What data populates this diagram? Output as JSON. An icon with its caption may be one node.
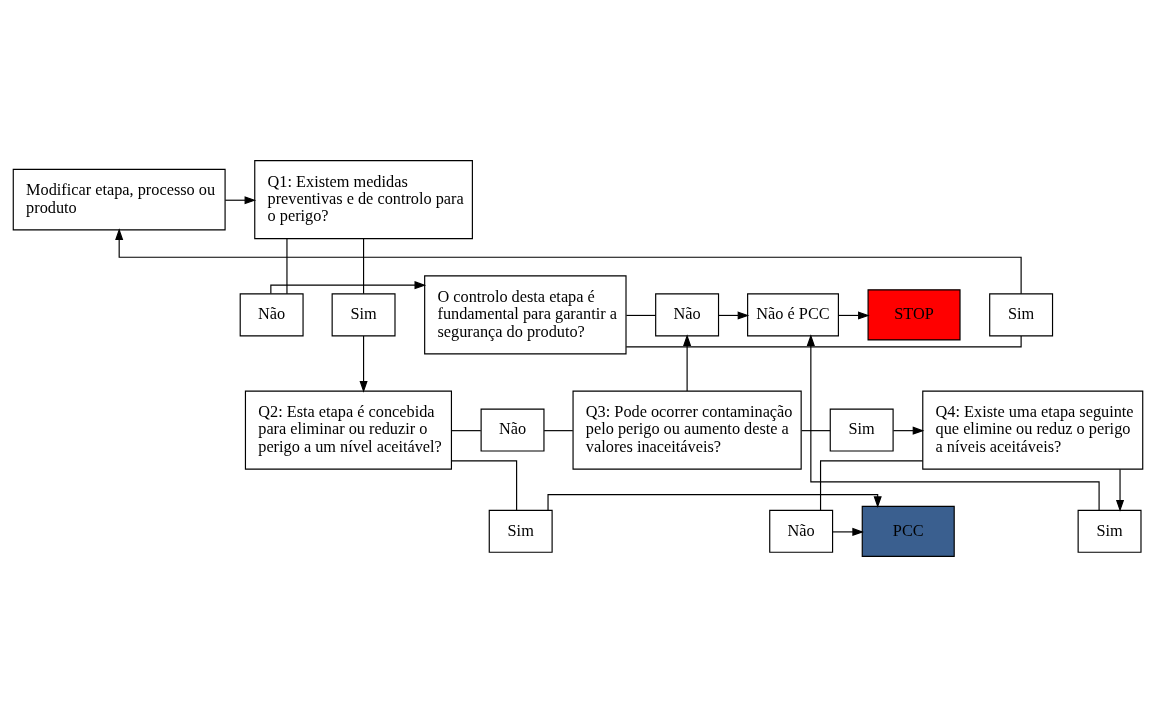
{
  "diagram": {
    "nodes": [
      {
        "text": [
          "Q1: Existem medidas preventivas e de controlo para o perigo?"
        ]
      },
      {
        "text": [
          "Modificar etapa, processo ou produto"
        ]
      },
      {
        "text": [
          "Sim"
        ]
      },
      {
        "text": [
          "Sim"
        ]
      },
      {
        "text": [
          "Não"
        ]
      },
      {
        "text": [
          "O controlo desta etapa é fundamental para garantir a segurança do produto?"
        ]
      },
      {
        "text": [
          "Não"
        ]
      },
      {
        "text": [
          "Não é PCC"
        ]
      },
      {
        "text": [
          "STOP"
        ]
      },
      {
        "text": [
          "Sim"
        ]
      },
      {
        "text": [
          "Q2: Esta etapa é concebida para eliminar ou reduzir o perigo a um nível aceitável?"
        ]
      },
      {
        "text": [
          "Não"
        ]
      },
      {
        "text": [
          "Q3: Pode ocorrer contaminação pelo perigo ou aumento deste a valores inaceitáveis?"
        ]
      },
      {
        "text": [
          "Sim"
        ]
      },
      {
        "text": [
          "Q4: Existe uma etapa seguinte que elimine ou reduz o perigo a níveis aceitáveis?"
        ]
      },
      {
        "text": [
          "Não"
        ]
      },
      {
        "text": [
          "Sim"
        ]
      },
      {
        "text": [
          "PCC"
        ]
      }
    ],
    "edges": [
      {
        "from": 0,
        "to": 3,
        "arrow": "none"
      },
      {
        "from": 3,
        "to": 10,
        "arrow": "to"
      },
      {
        "from": 0,
        "to": 4,
        "arrow": "none"
      },
      {
        "from": 4,
        "to": 5,
        "arrow": "to"
      },
      {
        "from": 5,
        "to": 2,
        "arrow": "none"
      },
      {
        "from": 2,
        "to": 1,
        "arrow": "to"
      },
      {
        "from": 1,
        "to": 0,
        "arrow": "to"
      },
      {
        "from": 5,
        "to": 6,
        "arrow": "none"
      },
      {
        "from": 6,
        "to": 7,
        "arrow": "to"
      },
      {
        "from": 7,
        "to": 8,
        "arrow": "to"
      },
      {
        "from": 12,
        "to": 6,
        "arrow": "to"
      },
      {
        "from": 14,
        "to": 9,
        "arrow": "to"
      },
      {
        "from": 9,
        "to": 7,
        "arrow": "to"
      },
      {
        "from": 10,
        "to": 11,
        "arrow": "none"
      },
      {
        "from": 11,
        "to": 12,
        "arrow": "none"
      },
      {
        "from": 12,
        "to": 13,
        "arrow": "none"
      },
      {
        "from": 13,
        "to": 14,
        "arrow": "to"
      },
      {
        "from": 14,
        "to": 15,
        "arrow": "none"
      },
      {
        "from": 15,
        "to": 17,
        "arrow": "to"
      },
      {
        "from": 10,
        "to": 16,
        "arrow": "none"
      },
      {
        "from": 16,
        "to": 17,
        "arrow": "to"
      }
    ]
  }
}
